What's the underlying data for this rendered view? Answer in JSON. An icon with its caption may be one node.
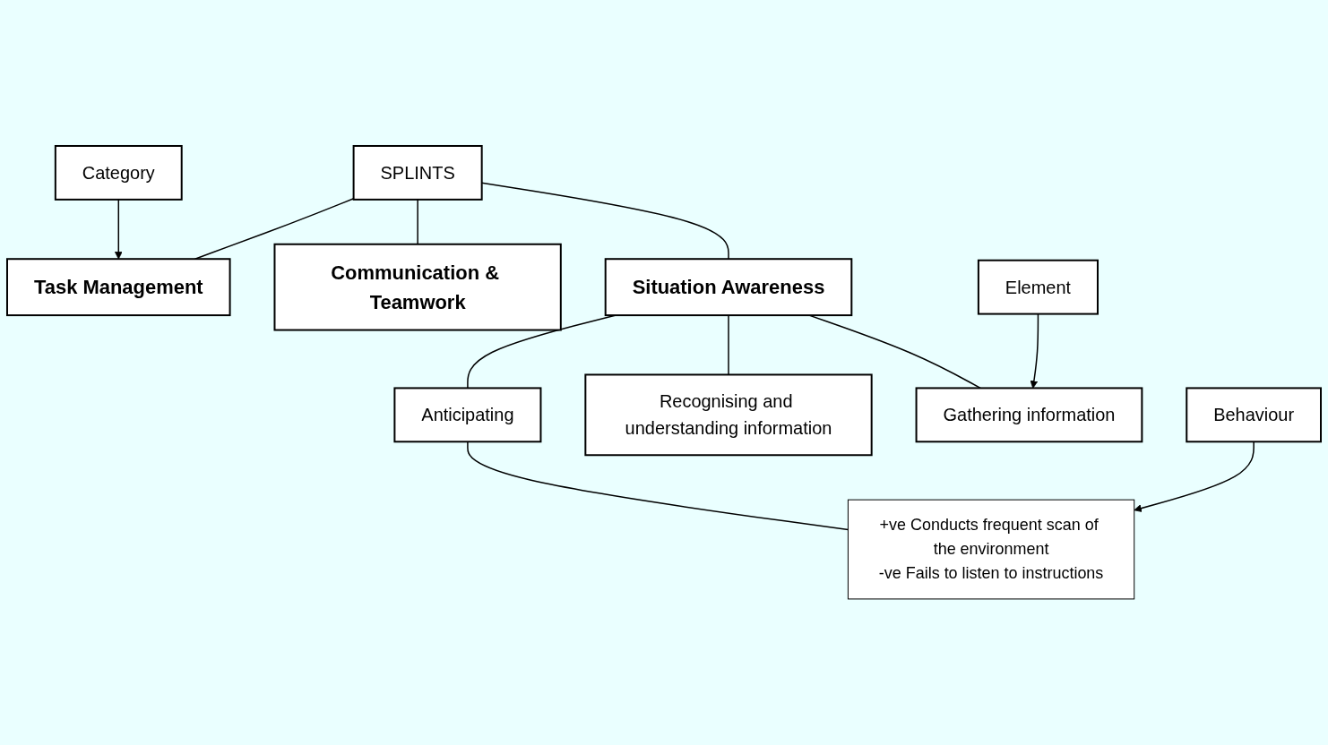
{
  "diagram": {
    "nodes": [
      {
        "text": [
          "SPLINTS"
        ]
      },
      {
        "text": [
          "Situation Awareness"
        ]
      },
      {
        "text": [
          "Communication & Teamwork"
        ]
      },
      {
        "text": [
          "Task Management"
        ]
      },
      {
        "text": [
          "Gathering information"
        ]
      },
      {
        "text": [
          "Recognising and understanding information"
        ]
      },
      {
        "text": [
          "Anticipating"
        ]
      },
      {
        "text": [
          "+ve Conducts frequent scan of the environment",
          "-ve Fails to listen to instructions"
        ]
      },
      {
        "text": [
          "Category"
        ]
      },
      {
        "text": [
          "Element"
        ]
      },
      {
        "text": [
          "Behaviour"
        ]
      }
    ],
    "edges": [
      {
        "from": 0,
        "to": 1,
        "arrow": "none"
      },
      {
        "from": 0,
        "to": 2,
        "arrow": "none"
      },
      {
        "from": 0,
        "to": 3,
        "arrow": "none"
      },
      {
        "from": 1,
        "to": 4,
        "arrow": "none"
      },
      {
        "from": 1,
        "to": 5,
        "arrow": "none"
      },
      {
        "from": 1,
        "to": 6,
        "arrow": "none"
      },
      {
        "from": 6,
        "to": 7,
        "arrow": "none"
      },
      {
        "from": 8,
        "to": 3,
        "arrow": "to"
      },
      {
        "from": 9,
        "to": 4,
        "arrow": "to"
      },
      {
        "from": 10,
        "to": 7,
        "arrow": "to"
      }
    ]
  }
}
